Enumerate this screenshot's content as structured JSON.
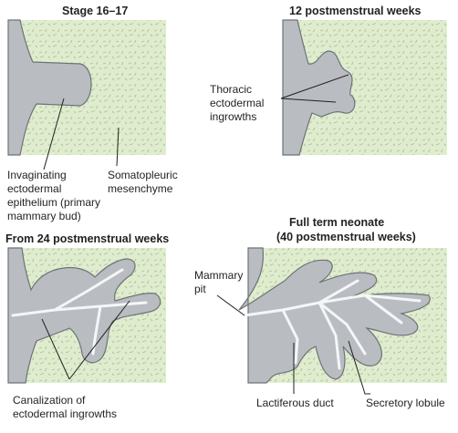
{
  "panels": {
    "stage_16_17": {
      "title": "Stage 16–17",
      "label_bud": [
        "Invaginating",
        "ectodermal",
        "epithelium (primary",
        "mammary bud)"
      ],
      "label_mesenchyme": [
        "Somatopleuric",
        "mesenchyme"
      ]
    },
    "week_12": {
      "title": "12 postmenstrual weeks",
      "label_ingrowths": [
        "Thoracic",
        "ectodermal",
        "ingrowths"
      ]
    },
    "week_24": {
      "title": "From 24 postmenstrual weeks",
      "label_canalization": [
        "Canalization of",
        "ectodermal ingrowths"
      ]
    },
    "neonate": {
      "title_lines": [
        "Full term neonate",
        "(40 postmenstrual weeks)"
      ],
      "label_pit": [
        "Mammary",
        "pit"
      ],
      "label_duct": "Lactiferous duct",
      "label_lobule": "Secretory lobule"
    }
  },
  "colors": {
    "mesenchyme": "#dfeccd",
    "mesenchyme_hatch": "#a9c29a",
    "epithelium": "#b9bdc2",
    "epithelium_edge": "#6e7277",
    "lumen": "#f4f6f8",
    "leader": "#231f20"
  }
}
